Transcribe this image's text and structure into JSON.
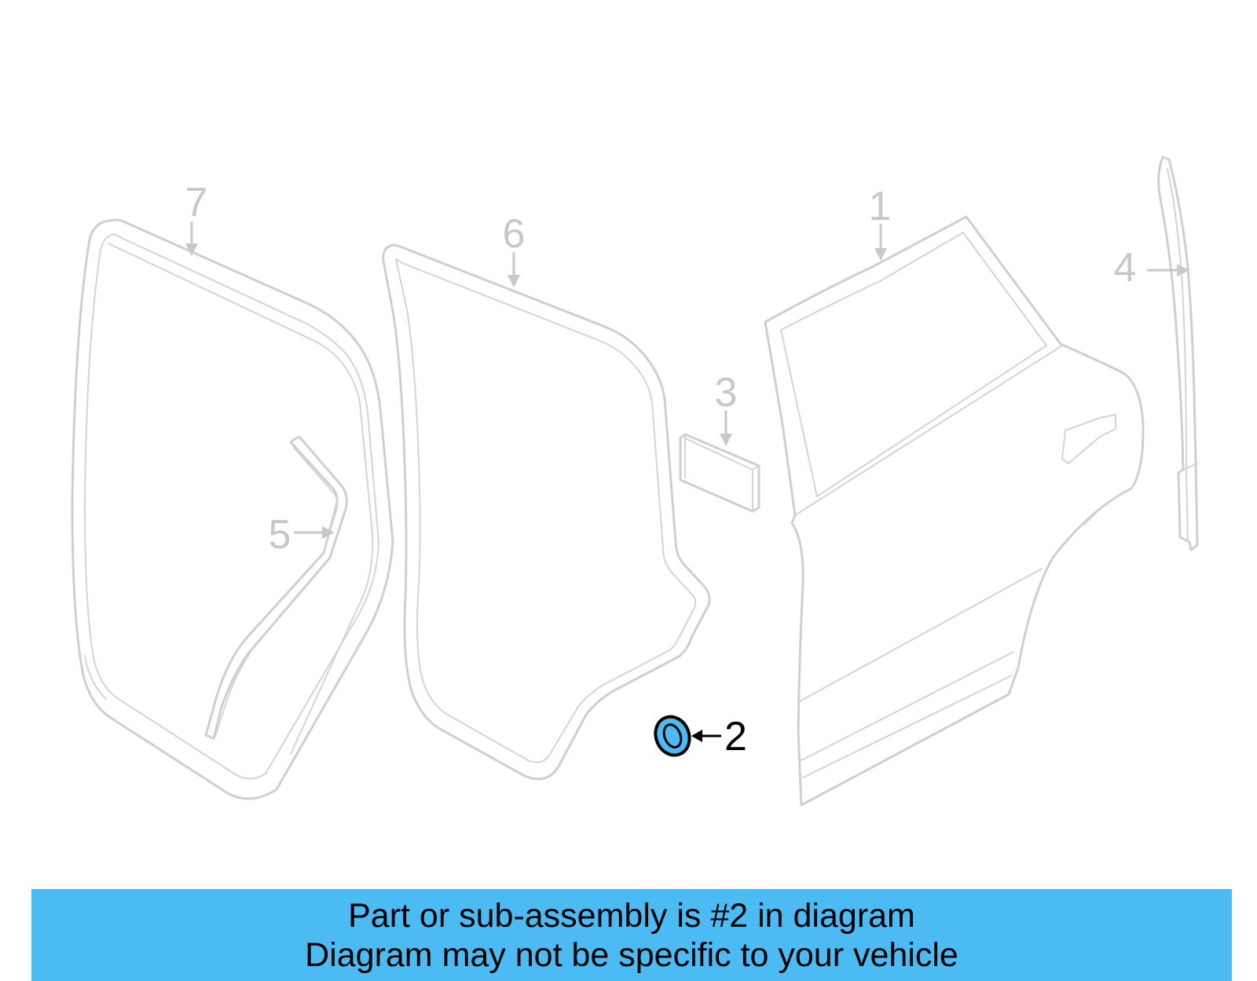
{
  "callouts": {
    "c1": "1",
    "c2": "2",
    "c3": "3",
    "c4": "4",
    "c5": "5",
    "c6": "6",
    "c7": "7"
  },
  "highlighted_part": "2",
  "colors": {
    "highlight_fill": "#4dbbf3",
    "banner_bg": "#4dbbf3",
    "part_line": "#cfcfcf"
  },
  "banner": {
    "line1": "Part or sub-assembly is #2 in diagram",
    "line2": "Diagram may not be specific to your vehicle"
  }
}
